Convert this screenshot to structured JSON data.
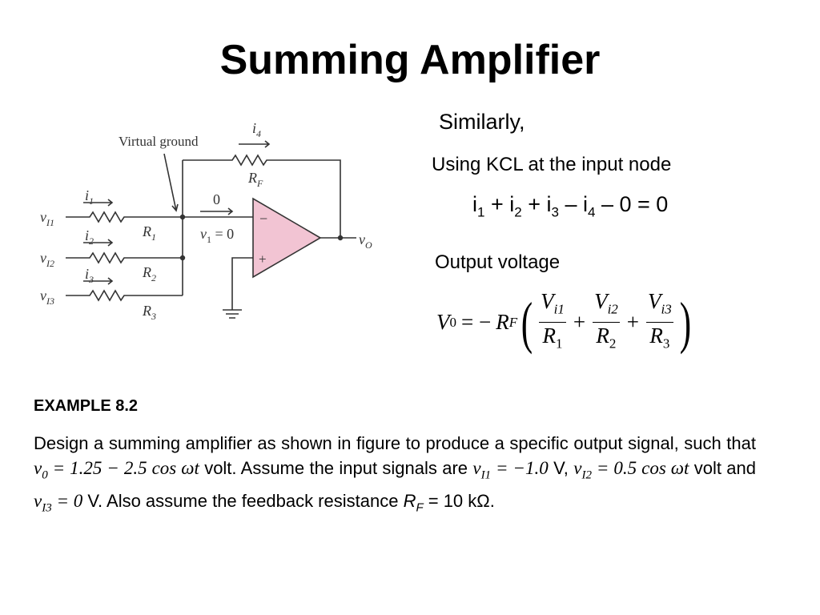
{
  "slide": {
    "title": "Summing Amplifier"
  },
  "circuit": {
    "label_virtual_ground": "Virtual ground",
    "label_i4": "i",
    "label_i4_sub": "4",
    "label_rf": "R",
    "label_rf_sub": "F",
    "label_zero_current": "0",
    "label_v1": "v",
    "label_v1_sub": "1",
    "label_v1_val": " = 0",
    "label_minus": "−",
    "label_plus": "+",
    "label_vo": "v",
    "label_vo_sub": "O",
    "inputs": [
      {
        "v": "v",
        "v_sub": "I1",
        "i": "i",
        "i_sub": "1",
        "r": "R",
        "r_sub": "1"
      },
      {
        "v": "v",
        "v_sub": "I2",
        "i": "i",
        "i_sub": "2",
        "r": "R",
        "r_sub": "2"
      },
      {
        "v": "v",
        "v_sub": "I3",
        "i": "i",
        "i_sub": "3",
        "r": "R",
        "r_sub": "3"
      }
    ]
  },
  "notes": {
    "similarly": "Similarly,",
    "kcl_intro": "Using KCL at the input node",
    "kcl_eq": {
      "i": "i",
      "s1": "1",
      "p1": " + ",
      "s2": "2",
      "p2": " + ",
      "s3": "3",
      "p3": " – ",
      "s4": "4",
      "rest": " – 0 = 0"
    },
    "output_label": "Output voltage",
    "formula": {
      "lhs": "V",
      "lhs_sub": "0",
      "eq": "= −",
      "rf": "R",
      "rf_sub": "F",
      "lparen": "(",
      "rparen": ")",
      "plus": "+",
      "terms": [
        {
          "num": "V",
          "num_sub": "i1",
          "den": "R",
          "den_sub": "1"
        },
        {
          "num": "V",
          "num_sub": "i2",
          "den": "R",
          "den_sub": "2"
        },
        {
          "num": "V",
          "num_sub": "i3",
          "den": "R",
          "den_sub": "3"
        }
      ]
    }
  },
  "example": {
    "heading": "EXAMPLE 8.2",
    "t1": "Design a summing amplifier as shown in figure to produce a specific output signal, such that ",
    "m1": "v",
    "m1_sub": "0",
    "m1_rest": " = 1.25 − 2.5 cos ωt",
    "t2": " volt. Assume the input signals are ",
    "m2": "v",
    "m2_sub": "I1",
    "m2_rest": " = −1.0",
    "t3": " V, ",
    "m3": "v",
    "m3_sub": "I2",
    "m3_rest": " = 0.5 cos ωt",
    "t4": " volt and ",
    "m4": "v",
    "m4_sub": "I3",
    "m4_rest": " = 0",
    "t5": " V. Also assume the feedback resistance ",
    "rf": "R",
    "rf_sub": "F",
    "t6": " = 10 kΩ."
  }
}
